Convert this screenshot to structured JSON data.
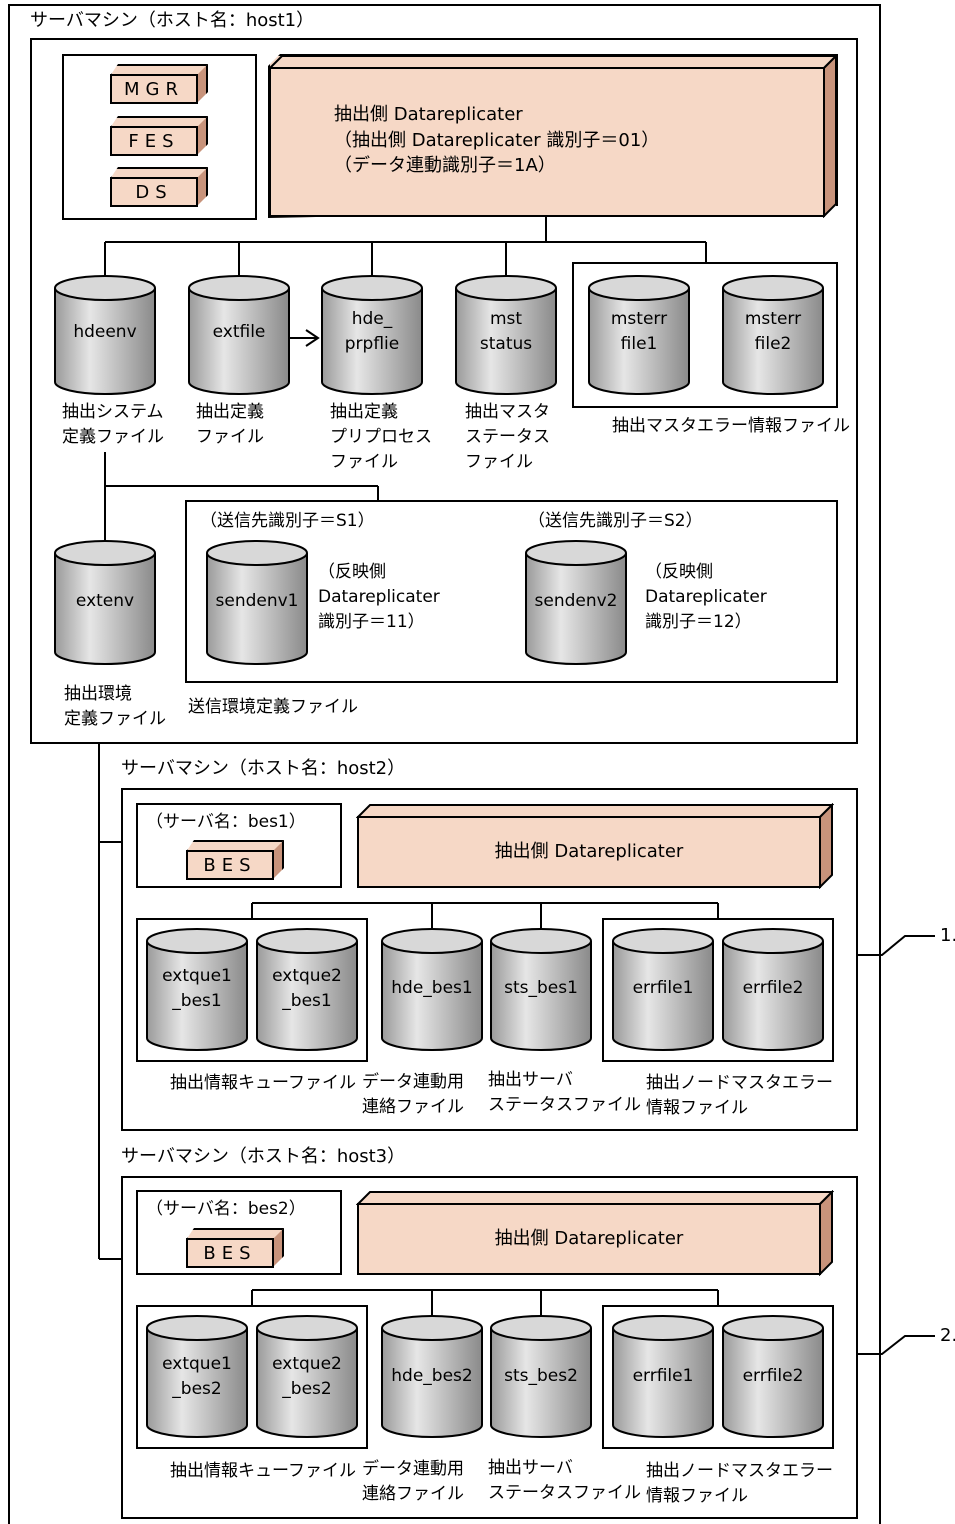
{
  "host1": {
    "title": "サーバマシン（ホスト名：host1）",
    "units": [
      "MGR",
      "FES",
      "DS"
    ],
    "dr_line1": "抽出側 Datareplicater",
    "dr_line2": "（抽出側 Datareplicater 識別子＝01）",
    "dr_line3": "（データ連動識別子＝1A）",
    "files": [
      {
        "name": "hdeenv",
        "label": "抽出システム\n定義ファイル"
      },
      {
        "name": "extfile",
        "label": "抽出定義\nファイル"
      },
      {
        "name": "hde_\nprpflie",
        "label": "抽出定義\nプリプロセス\nファイル"
      },
      {
        "name": "mst\nstatus",
        "label": "抽出マスタ\nステータス\nファイル"
      },
      {
        "name": "msterr\nfile1",
        "label": ""
      },
      {
        "name": "msterr\nfile2",
        "label": ""
      }
    ],
    "msterr_group_label": "抽出マスタエラー情報ファイル",
    "extenv": {
      "name": "extenv",
      "label": "抽出環境\n定義ファイル"
    },
    "send": {
      "dest1_id": "（送信先識別子＝S1）",
      "dest1_file": "sendenv1",
      "dest1_desc": "（反映側\nDatareplicater\n識別子＝11）",
      "dest2_id": "（送信先識別子＝S2）",
      "dest2_file": "sendenv2",
      "dest2_desc": "（反映側\nDatareplicater\n識別子＝12）",
      "group_label": "送信環境定義ファイル"
    }
  },
  "host2": {
    "title": "サーバマシン（ホスト名：host2）",
    "server_name": "（サーバ名：bes1）",
    "unit": "BES",
    "dr": "抽出側 Datareplicater",
    "queue_files": [
      "extque1\n_bes1",
      "extque2\n_bes1"
    ],
    "queue_label": "抽出情報キューファイル",
    "hde_file": "hde_bes1",
    "hde_label": "データ連動用\n連絡ファイル",
    "sts_file": "sts_bes1",
    "sts_label": "抽出サーバ\nステータスファイル",
    "err_files": [
      "errfile1",
      "errfile2"
    ],
    "err_label": "抽出ノードマスタエラー\n情報ファイル",
    "note": "1."
  },
  "host3": {
    "title": "サーバマシン（ホスト名：host3）",
    "server_name": "（サーバ名：bes2）",
    "unit": "BES",
    "dr": "抽出側 Datareplicater",
    "queue_files": [
      "extque1\n_bes2",
      "extque2\n_bes2"
    ],
    "queue_label": "抽出情報キューファイル",
    "hde_file": "hde_bes2",
    "hde_label": "データ連動用\n連絡ファイル",
    "sts_file": "sts_bes2",
    "sts_label": "抽出サーバ\nステータスファイル",
    "err_files": [
      "errfile1",
      "errfile2"
    ],
    "err_label": "抽出ノードマスタエラー\n情報ファイル",
    "note": "2."
  }
}
